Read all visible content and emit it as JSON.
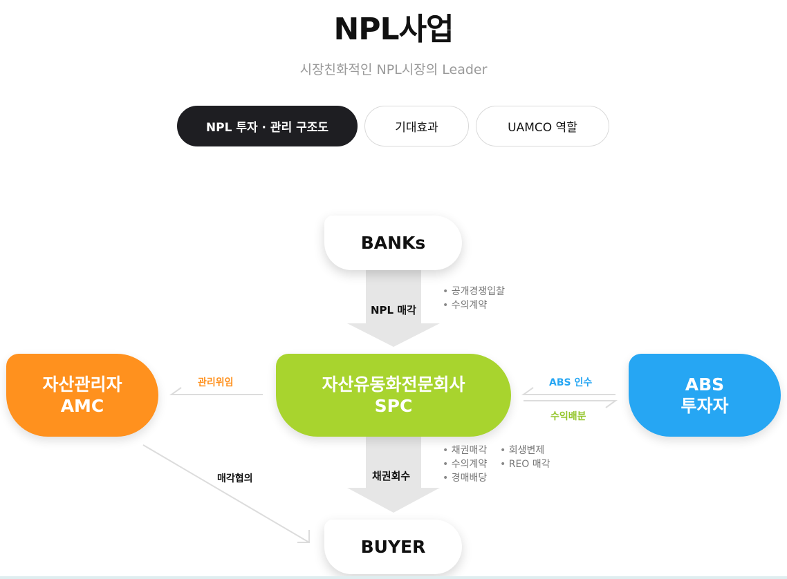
{
  "header": {
    "title": "NPL사업",
    "subtitle": "시장친화적인 NPL시장의 Leader"
  },
  "tabs": [
    {
      "label": "NPL 투자 · 관리 구조도",
      "active": true
    },
    {
      "label": "기대효과",
      "active": false
    },
    {
      "label": "UAMCO 역할",
      "active": false
    }
  ],
  "diagram": {
    "nodes": {
      "banks": "BANKs",
      "buyer": "BUYER",
      "amc_line1": "자산관리자",
      "amc_line2": "AMC",
      "spc_line1": "자산유동화전문회사",
      "spc_line2": "SPC",
      "abs_line1": "ABS",
      "abs_line2": "투자자"
    },
    "flows": {
      "npl_sale": "NPL 매각",
      "bond_recovery": "채권회수",
      "management_consign": "관리위임",
      "abs_acquire": "ABS 인수",
      "profit_distribution": "수익배분",
      "sale_negotiation": "매각협의"
    },
    "notes_top": [
      "공개경쟁입찰",
      "수의계약"
    ],
    "notes_bottom_col1": [
      "채권매각",
      "수의계약",
      "경매배당"
    ],
    "notes_bottom_col2": [
      "회생변제",
      "REO 매각"
    ]
  },
  "colors": {
    "amc": "#ff911e",
    "spc": "#a8d42e",
    "abs": "#26a6f3",
    "active_tab": "#1e1e22"
  }
}
